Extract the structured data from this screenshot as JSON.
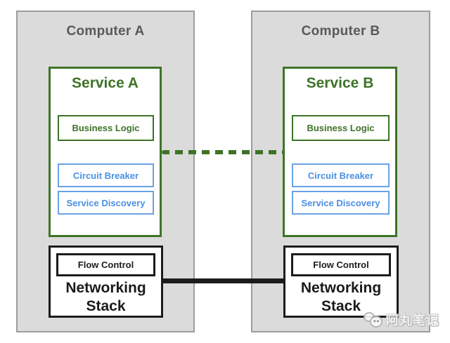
{
  "colors": {
    "canvas": "#ffffff",
    "computer-fill": "#dbdbdb",
    "computer-border": "#9d9d9d",
    "computer-title": "#595959",
    "green": "#3e7327",
    "blue-border": "#6aa3e4",
    "blue-text": "#4a90e2",
    "dark": "#1c1c1c"
  },
  "computers": [
    {
      "title": "Computer A",
      "service": {
        "title": "Service A",
        "components": [
          {
            "label": "Business Logic",
            "theme": "green"
          },
          {
            "label": "Circuit Breaker",
            "theme": "blue"
          },
          {
            "label": "Service Discovery",
            "theme": "blue"
          }
        ]
      },
      "networking": {
        "title": "Networking Stack",
        "components": [
          {
            "label": "Flow Control"
          }
        ]
      }
    },
    {
      "title": "Computer B",
      "service": {
        "title": "Service B",
        "components": [
          {
            "label": "Business Logic",
            "theme": "green"
          },
          {
            "label": "Circuit Breaker",
            "theme": "blue"
          },
          {
            "label": "Service Discovery",
            "theme": "blue"
          }
        ]
      },
      "networking": {
        "title": "Networking Stack",
        "components": [
          {
            "label": "Flow Control"
          }
        ]
      }
    }
  ],
  "connections": [
    {
      "style": "dashed",
      "color": "#3e7327",
      "from": "Service A",
      "to": "Service B"
    },
    {
      "style": "solid",
      "color": "#1c1c1c",
      "from": "Networking Stack (Computer A)",
      "to": "Networking Stack (Computer B)"
    }
  ],
  "watermark": {
    "text": "阿丸笔记",
    "icon": "chat-bubbles-icon"
  }
}
